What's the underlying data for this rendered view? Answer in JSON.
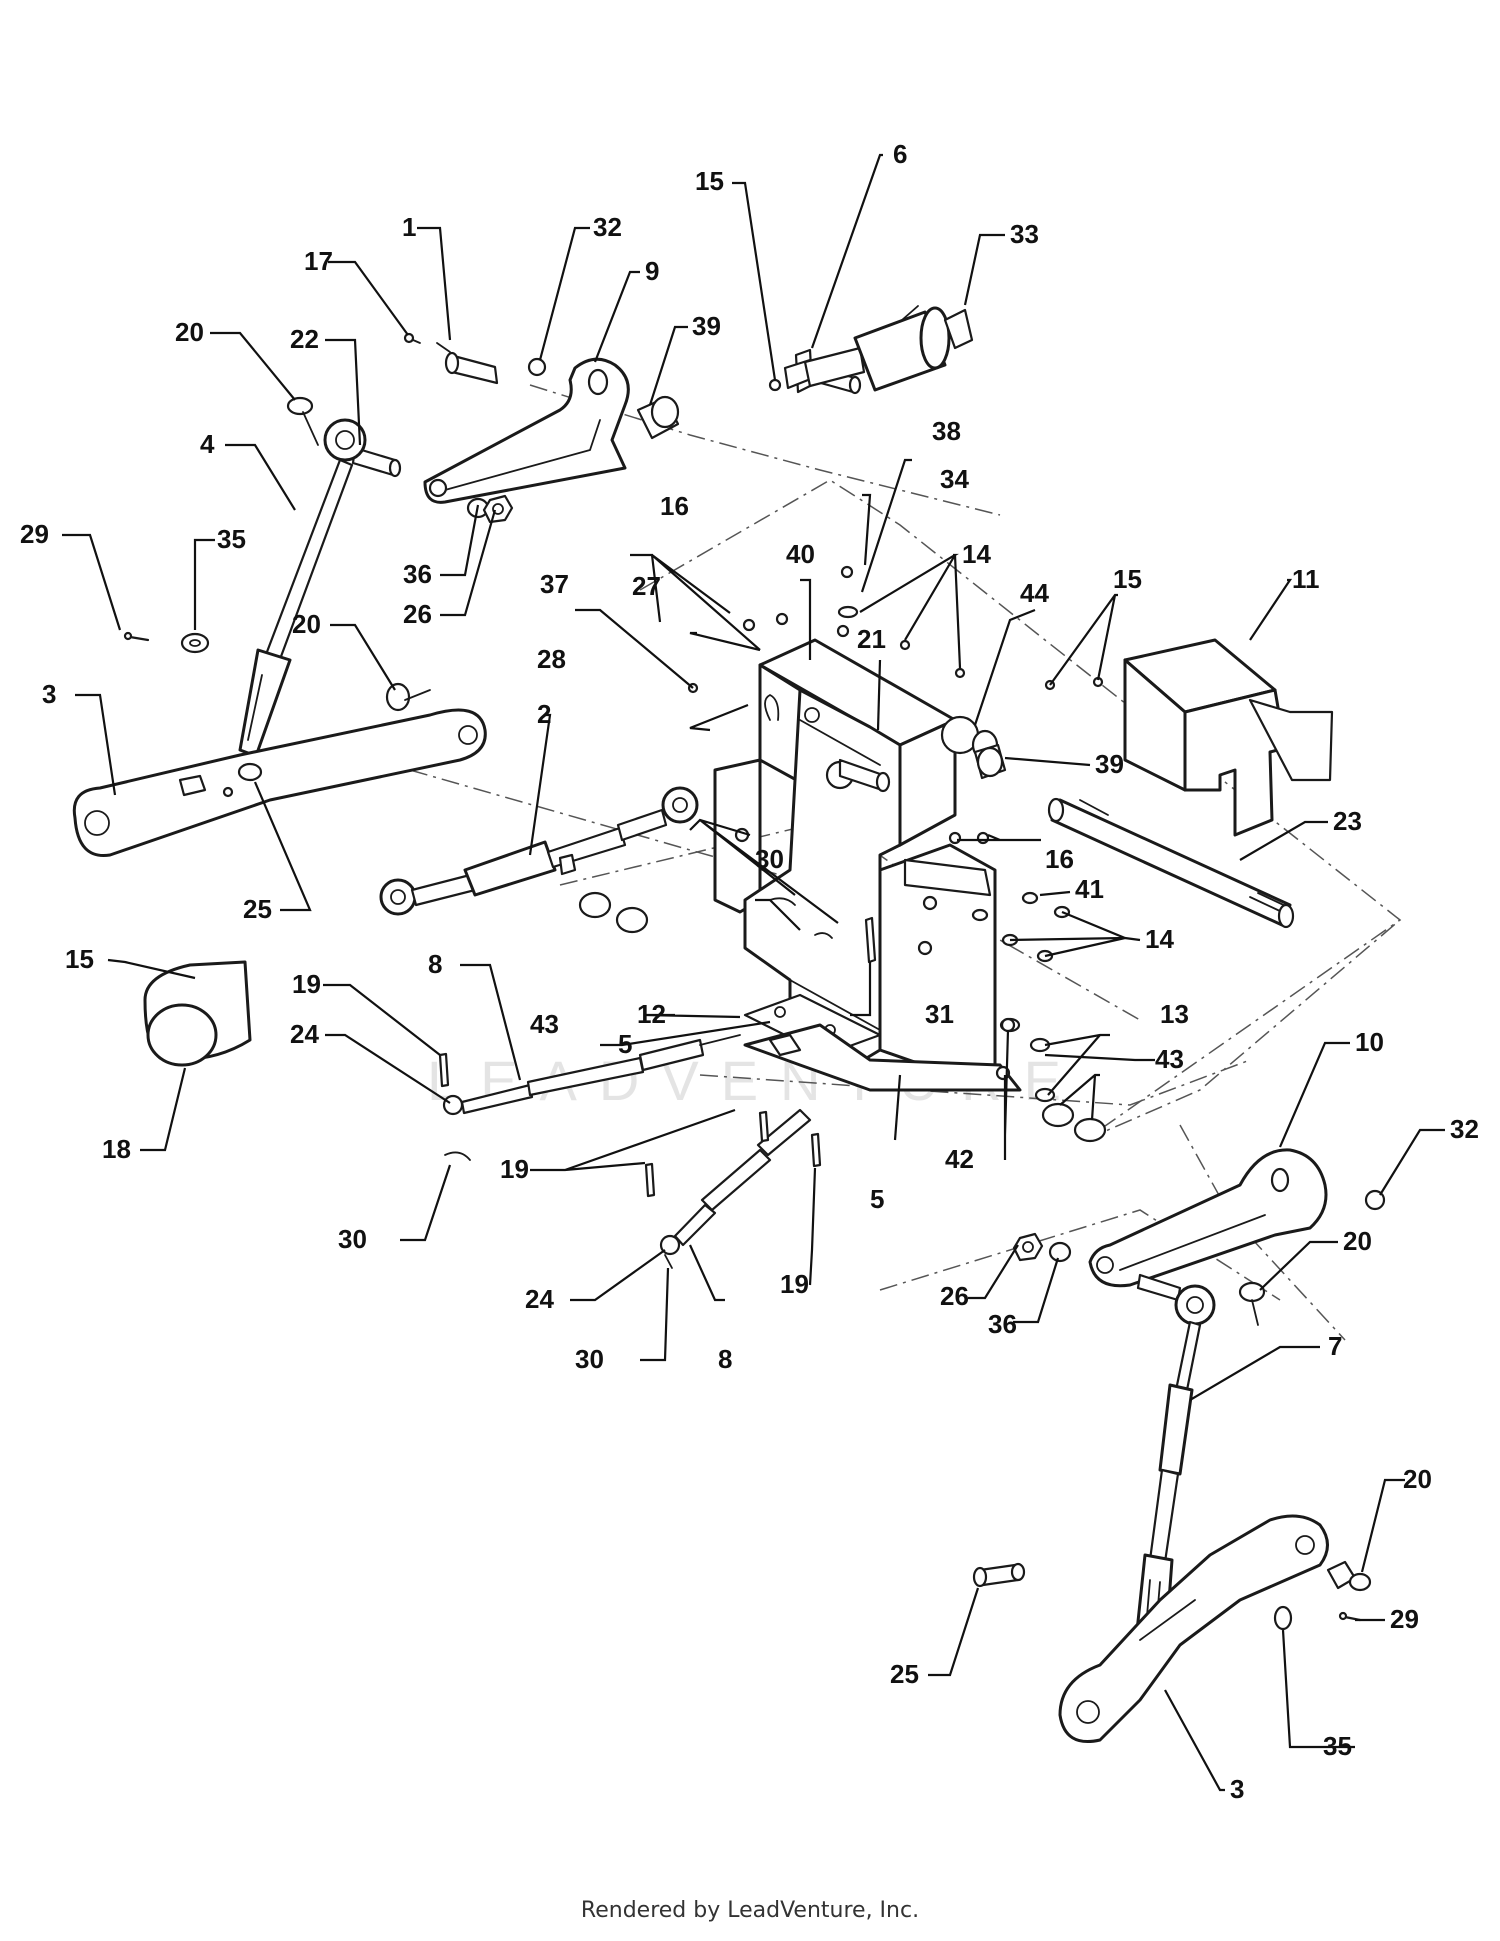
{
  "watermark": "LEADVENTURE",
  "footer": {
    "credit": "Rendered by LeadVenture, Inc."
  },
  "callouts": {
    "c1": "1",
    "c2": "2",
    "c3a": "3",
    "c3b": "3",
    "c4": "4",
    "c5a": "5",
    "c5b": "5",
    "c6": "6",
    "c7": "7",
    "c8a": "8",
    "c8b": "8",
    "c9": "9",
    "c10": "10",
    "c11": "11",
    "c12": "12",
    "c13": "13",
    "c14a": "14",
    "c14b": "14",
    "c15a": "15",
    "c15b": "15",
    "c15c": "15",
    "c16a": "16",
    "c16b": "16",
    "c17": "17",
    "c18": "18",
    "c19a": "19",
    "c19b": "19",
    "c19c": "19",
    "c20a": "20",
    "c20b": "20",
    "c20c": "20",
    "c20d": "20",
    "c21": "21",
    "c22": "22",
    "c23": "23",
    "c24a": "24",
    "c24b": "24",
    "c25a": "25",
    "c25b": "25",
    "c26a": "26",
    "c26b": "26",
    "c27": "27",
    "c28": "28",
    "c29a": "29",
    "c29b": "29",
    "c30a": "30",
    "c30b": "30",
    "c30c": "30",
    "c31": "31",
    "c32a": "32",
    "c32b": "32",
    "c33": "33",
    "c34": "34",
    "c35a": "35",
    "c35b": "35",
    "c36a": "36",
    "c36b": "36",
    "c37": "37",
    "c38": "38",
    "c39a": "39",
    "c39b": "39",
    "c40": "40",
    "c41": "41",
    "c42": "42",
    "c43a": "43",
    "c43b": "43",
    "c44": "44"
  }
}
